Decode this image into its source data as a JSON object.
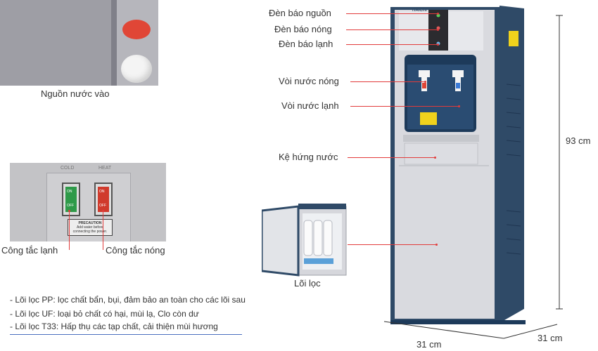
{
  "labels": {
    "power_light": "Đèn báo nguồn",
    "hot_light": "Đèn báo nóng",
    "cold_light": "Đèn báo lạnh",
    "hot_tap": "Vòi nước nóng",
    "cold_tap": "Vòi nước lạnh",
    "drip_tray": "Kệ hứng nước",
    "filter_core": "Lõi lọc",
    "water_inlet": "Nguồn nước vào",
    "cold_switch": "Công tắc lạnh",
    "hot_switch": "Công tắc nóng"
  },
  "dimensions": {
    "height": "93 cm",
    "depth": "31 cm",
    "width": "31 cm"
  },
  "filters": [
    "- Lõi lọc PP: lọc chất bẩn, bụi, đảm bảo an toàn cho các lõi sau",
    "- Lõi lọc UF: loại bỏ chất có hại, mùi lạ, Clo còn dư",
    "- Lõi lọc T33: Hấp thụ các tạp chất, cải thiện mùi hương"
  ],
  "brand": "HAICHI",
  "switch_text": {
    "cold_header": "COLD",
    "hot_header": "HEAT",
    "caution_title": "PRECAUTION",
    "caution_body": "Add water before connecting the power.",
    "on": "ON",
    "off": "OFF"
  },
  "colors": {
    "leader_line": "#e23b3b",
    "body_navy": "#2f4a67",
    "body_silver": "#d9dadf",
    "cold_switch": "#2e9a49",
    "hot_switch": "#d03a2c"
  }
}
